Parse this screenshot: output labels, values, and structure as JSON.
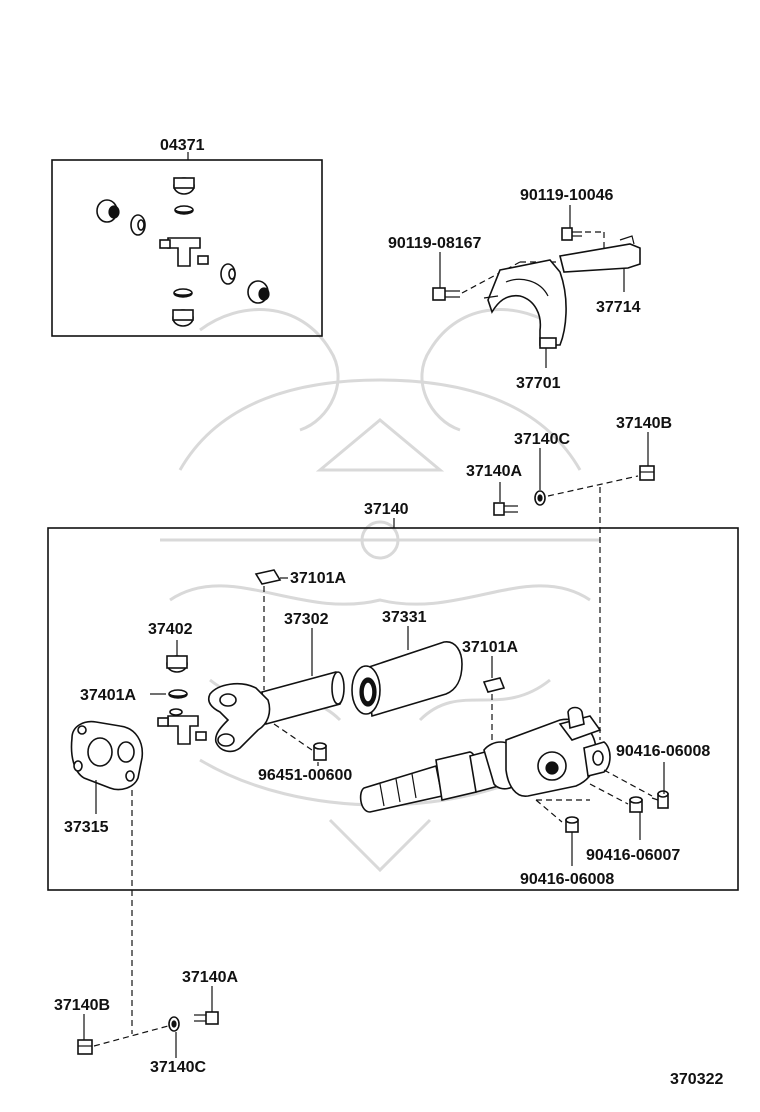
{
  "labels": {
    "p04371": "04371",
    "p90119_10046": "90119-10046",
    "p90119_08167": "90119-08167",
    "p37714": "37714",
    "p37701": "37701",
    "p37140C_top": "37140C",
    "p37140B_top": "37140B",
    "p37140A_top": "37140A",
    "p37140": "37140",
    "p37101A_upper": "37101A",
    "p37302": "37302",
    "p37331": "37331",
    "p37402": "37402",
    "p37101A_lower": "37101A",
    "p37401A": "37401A",
    "p90416_06008_right": "90416-06008",
    "p96451_00600": "96451-00600",
    "p37315": "37315",
    "p90416_06007": "90416-06007",
    "p90416_06008_bottom": "90416-06008",
    "p37140A_bottom": "37140A",
    "p37140B_bottom": "37140B",
    "p37140C_bottom": "37140C",
    "diagram_number": "370322"
  },
  "icons": {
    "watermark": "samurai-helmet-logo"
  }
}
